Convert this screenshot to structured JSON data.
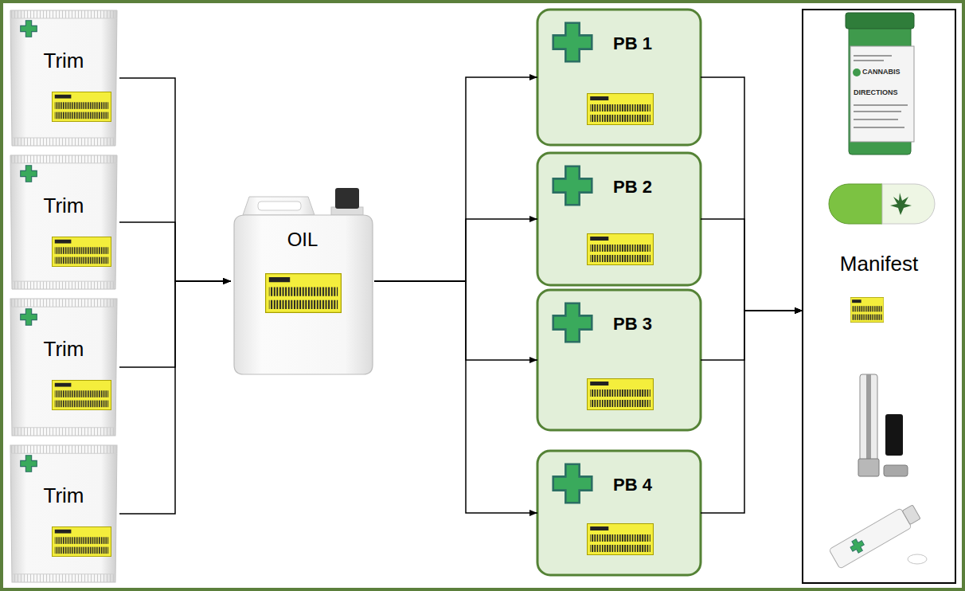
{
  "diagram": {
    "nodes": [
      {
        "text": [
          "Trim"
        ]
      },
      {
        "text": [
          "Trim"
        ]
      },
      {
        "text": [
          "Trim"
        ]
      },
      {
        "text": [
          "Trim"
        ]
      },
      {
        "text": [
          "OIL"
        ]
      },
      {
        "text": [
          "PB 1"
        ]
      },
      {
        "text": [
          "PB 2"
        ]
      },
      {
        "text": [
          "PB 3"
        ]
      },
      {
        "text": [
          "PB 4"
        ]
      },
      {
        "text": [
          "Manifest"
        ]
      }
    ],
    "edges": [
      {
        "from": 0,
        "to": 4,
        "arrow": "to"
      },
      {
        "from": 1,
        "to": 4,
        "arrow": "to"
      },
      {
        "from": 2,
        "to": 4,
        "arrow": "to"
      },
      {
        "from": 3,
        "to": 4,
        "arrow": "to"
      },
      {
        "from": 4,
        "to": 5,
        "arrow": "to"
      },
      {
        "from": 4,
        "to": 6,
        "arrow": "to"
      },
      {
        "from": 4,
        "to": 7,
        "arrow": "to"
      },
      {
        "from": 4,
        "to": 8,
        "arrow": "to"
      },
      {
        "from": 5,
        "to": 9,
        "arrow": "to"
      },
      {
        "from": 6,
        "to": 9,
        "arrow": "to"
      },
      {
        "from": 7,
        "to": 9,
        "arrow": "to"
      },
      {
        "from": 8,
        "to": 9,
        "arrow": "to"
      }
    ],
    "labels": [
      "CANNABIS",
      "DIRECTIONS"
    ]
  }
}
